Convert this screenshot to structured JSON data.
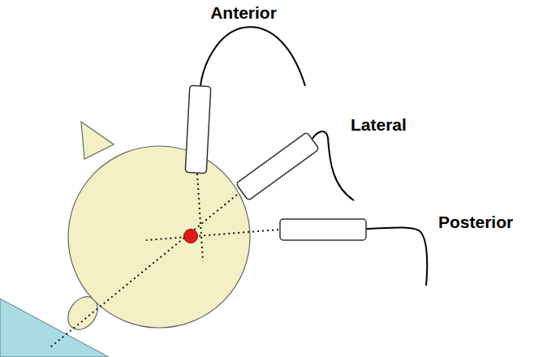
{
  "diagram": {
    "labels": [
      "Anterior",
      "Lateral",
      "Posterior"
    ]
  }
}
